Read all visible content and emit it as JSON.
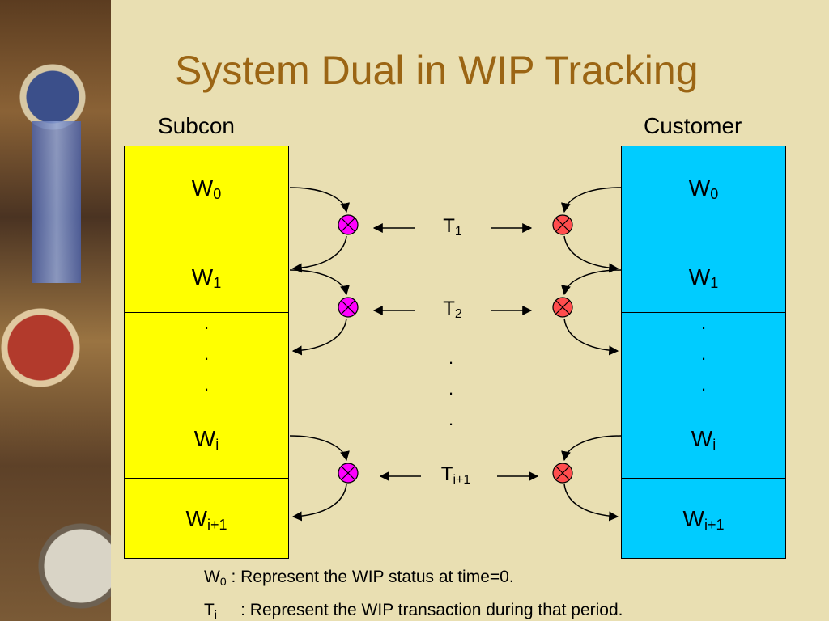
{
  "title": "System Dual in WIP Tracking",
  "columns": {
    "subcon": "Subcon",
    "customer": "Customer"
  },
  "rows": {
    "w0": {
      "base": "W",
      "sub": "0"
    },
    "w1": {
      "base": "W",
      "sub": "1"
    },
    "wi": {
      "base": "W",
      "sub": "i"
    },
    "wi1": {
      "base": "W",
      "sub": "i+1"
    }
  },
  "dots": ".\n.\n.",
  "transactions": {
    "t1": {
      "base": "T",
      "sub": "1"
    },
    "t2": {
      "base": "T",
      "sub": "2"
    },
    "ti1": {
      "base": "T",
      "sub": "i+1"
    }
  },
  "notes": {
    "note1": {
      "base": "W",
      "sub": "0",
      "text": " : Represent the WIP status at time=0."
    },
    "note2": {
      "base": "T",
      "sub": "i",
      "text": "     : Represent the WIP transaction during that period."
    }
  },
  "colors": {
    "title": "#9b6514",
    "subcon_box": "#ffff00",
    "customer_box": "#00ccff",
    "subcon_node": "#ff00ff",
    "customer_node": "#ff4d4d"
  }
}
